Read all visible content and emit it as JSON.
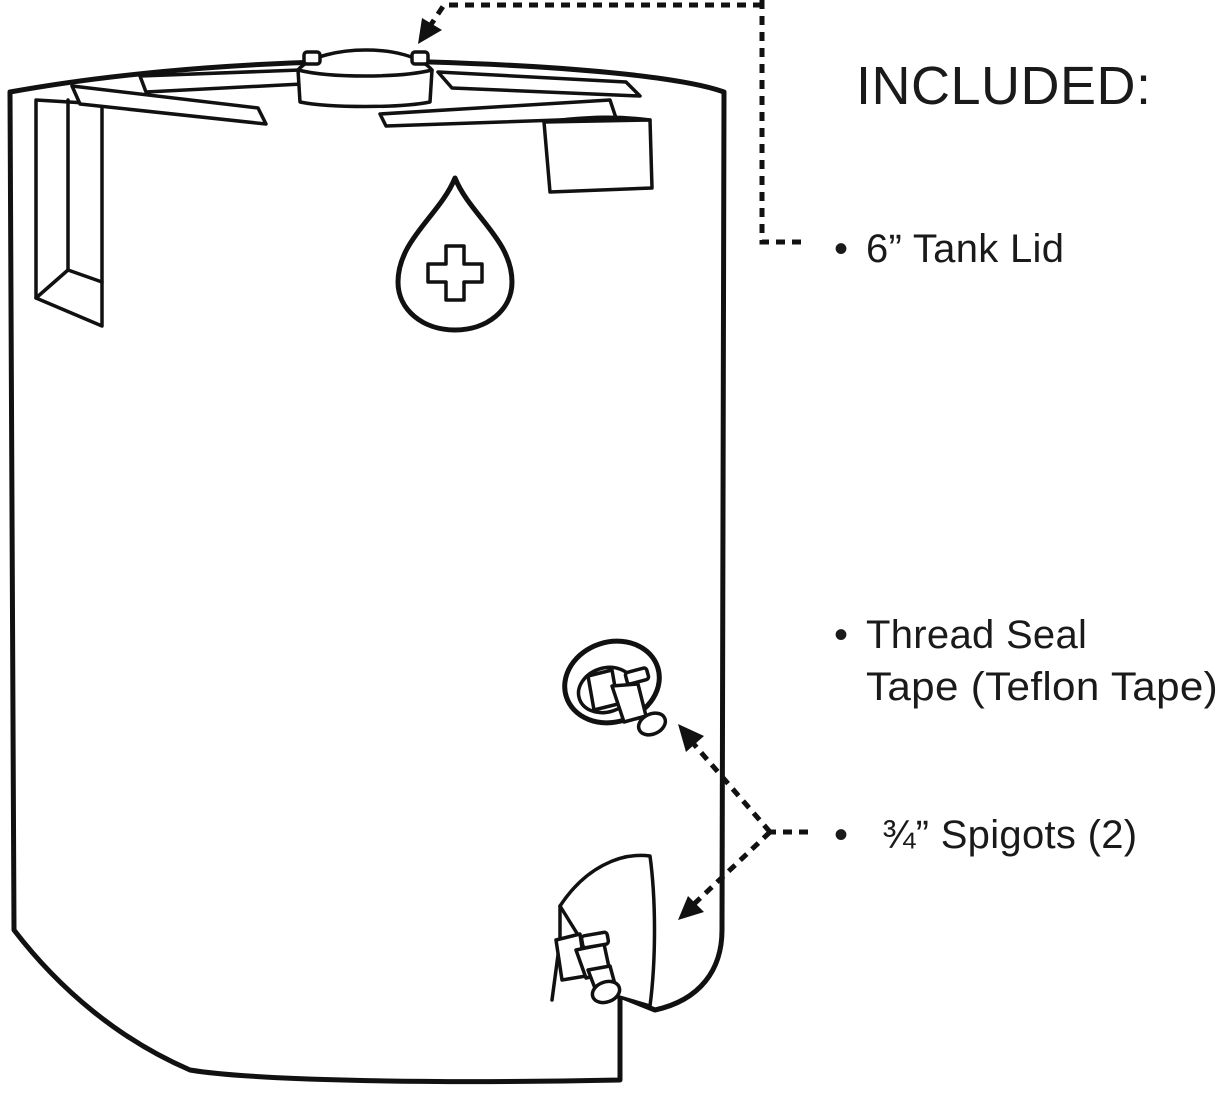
{
  "heading": "INCLUDED:",
  "items": [
    {
      "bullet": "•",
      "lines": [
        "6” Tank Lid"
      ]
    },
    {
      "bullet": "•",
      "lines": [
        "Thread Seal",
        "Tape (Teflon Tape)"
      ]
    },
    {
      "bullet": "•",
      "lines": [
        "¾” Spigots (2)"
      ]
    }
  ],
  "icons": {
    "emblem": "water-drop-cross-icon"
  }
}
